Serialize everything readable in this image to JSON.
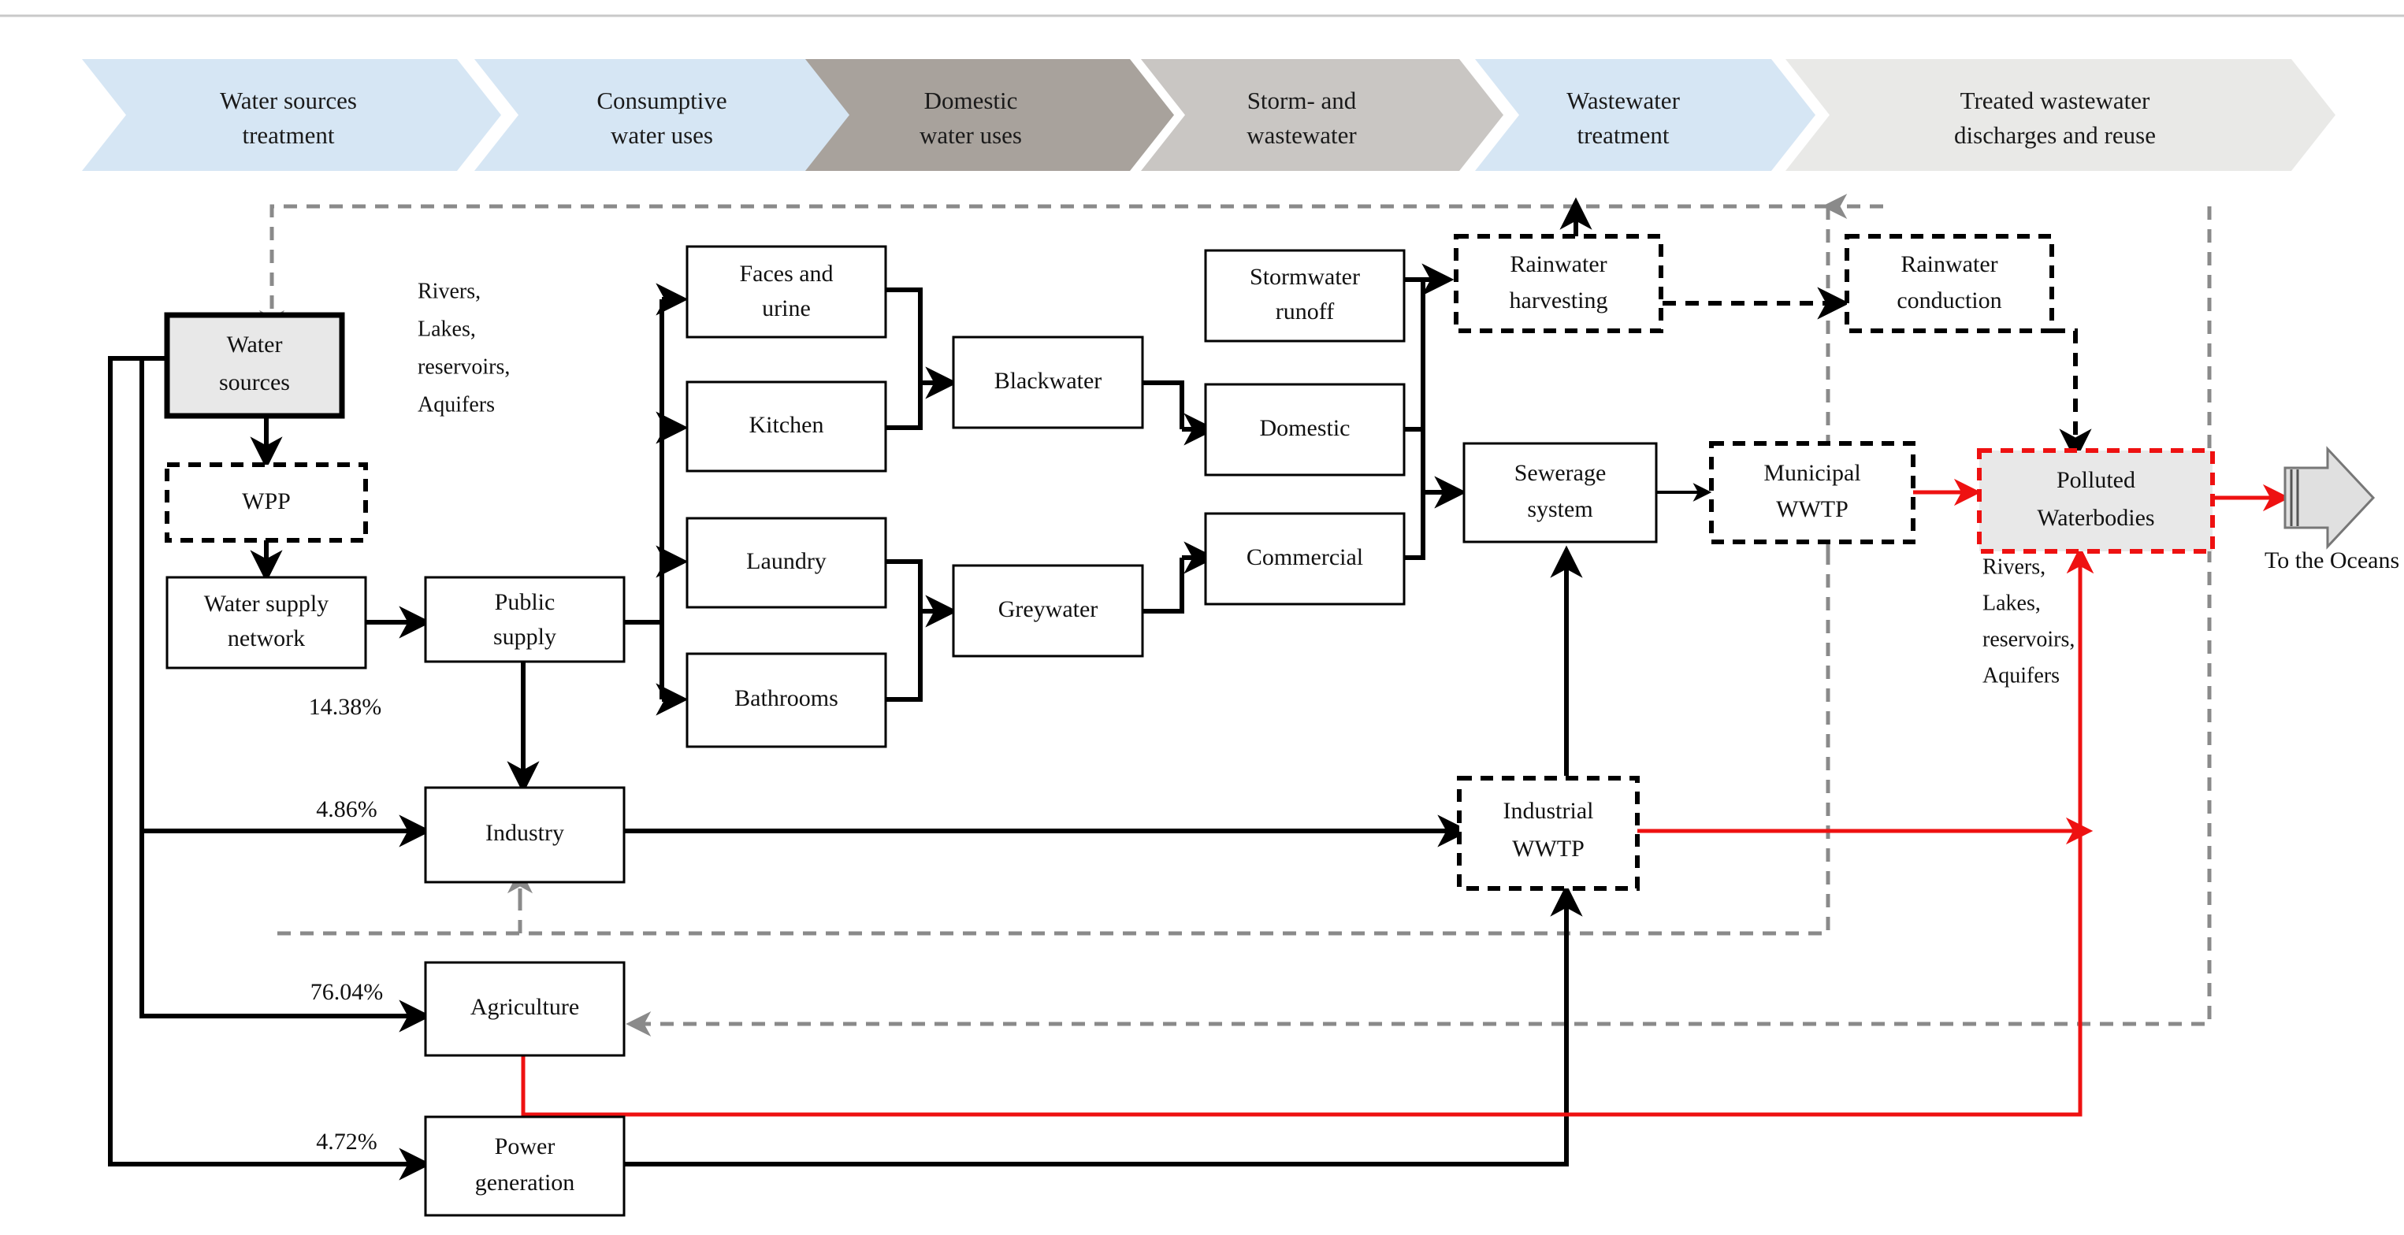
{
  "title": "Urban water cycle flow diagram",
  "banner": {
    "steps": [
      {
        "id": "water-sources-treatment",
        "label_line1": "Water sources",
        "label_line2": "treatment",
        "color": "#d6e6f4"
      },
      {
        "id": "consumptive-water-uses",
        "label_line1": "Consumptive",
        "label_line2": "water uses",
        "color": "#d6e6f4"
      },
      {
        "id": "domestic-water-uses",
        "label_line1": "Domestic",
        "label_line2": "water uses",
        "color": "#a8a29c"
      },
      {
        "id": "storm-and-wastewater",
        "label_line1": "Storm- and",
        "label_line2": "wastewater",
        "color": "#c9c6c3"
      },
      {
        "id": "wastewater-treatment",
        "label_line1": "Wastewater",
        "label_line2": "treatment",
        "color": "#d6e6f4"
      },
      {
        "id": "treated-wastewater-discharges-and-reuse",
        "label_line1": "Treated wastewater",
        "label_line2": "discharges and reuse",
        "color": "#e9e9e7"
      }
    ]
  },
  "nodes": {
    "water_sources": {
      "line1": "Water",
      "line2": "sources"
    },
    "wpp": {
      "line1": "WPP",
      "line2": ""
    },
    "water_supply_network": {
      "line1": "Water supply",
      "line2": "network"
    },
    "public_supply": {
      "line1": "Public",
      "line2": "supply"
    },
    "industry": {
      "line1": "Industry",
      "line2": ""
    },
    "agriculture": {
      "line1": "Agriculture",
      "line2": ""
    },
    "power_generation": {
      "line1": "Power",
      "line2": "generation"
    },
    "faces_and_urine": {
      "line1": "Faces and",
      "line2": "urine"
    },
    "kitchen": {
      "line1": "Kitchen",
      "line2": ""
    },
    "laundry": {
      "line1": "Laundry",
      "line2": ""
    },
    "bathrooms": {
      "line1": "Bathrooms",
      "line2": ""
    },
    "blackwater": {
      "line1": "Blackwater",
      "line2": ""
    },
    "greywater": {
      "line1": "Greywater",
      "line2": ""
    },
    "stormwater_runoff": {
      "line1": "Stormwater",
      "line2": "runoff"
    },
    "domestic": {
      "line1": "Domestic",
      "line2": ""
    },
    "commercial": {
      "line1": "Commercial",
      "line2": ""
    },
    "rainwater_harvesting": {
      "line1": "Rainwater",
      "line2": "harvesting"
    },
    "rainwater_conduction": {
      "line1": "Rainwater",
      "line2": "conduction"
    },
    "sewerage_system": {
      "line1": "Sewerage",
      "line2": "system"
    },
    "municipal_wwtp": {
      "line1": "Municipal",
      "line2": "WWTP"
    },
    "industrial_wwtp": {
      "line1": "Industrial",
      "line2": "WWTP"
    },
    "polluted_waterbodies": {
      "line1": "Polluted",
      "line2": "Waterbodies"
    }
  },
  "annotations": {
    "sources_note": [
      "Rivers,",
      "Lakes,",
      "reservoirs,",
      "Aquifers"
    ],
    "waterbodies_note": [
      "Rivers,",
      "Lakes,",
      "reservoirs,",
      "Aquifers"
    ],
    "to_the_oceans": "To the Oceans"
  },
  "percentages": {
    "water_supply_network": "14.38%",
    "industry": "4.86%",
    "agriculture": "76.04%",
    "power_generation": "4.72%"
  },
  "colors": {
    "black_flow": "#000000",
    "red_flow": "#ee1111",
    "gray_flow": "#8a8a8a",
    "highlight_box_fill": "#e8e8e8",
    "highlight_box_border": "#ee1111",
    "banner_blue": "#d6e6f4",
    "banner_dark_gray": "#a8a29c",
    "banner_mid_gray": "#c9c6c3",
    "banner_light_gray": "#e9e9e7"
  }
}
